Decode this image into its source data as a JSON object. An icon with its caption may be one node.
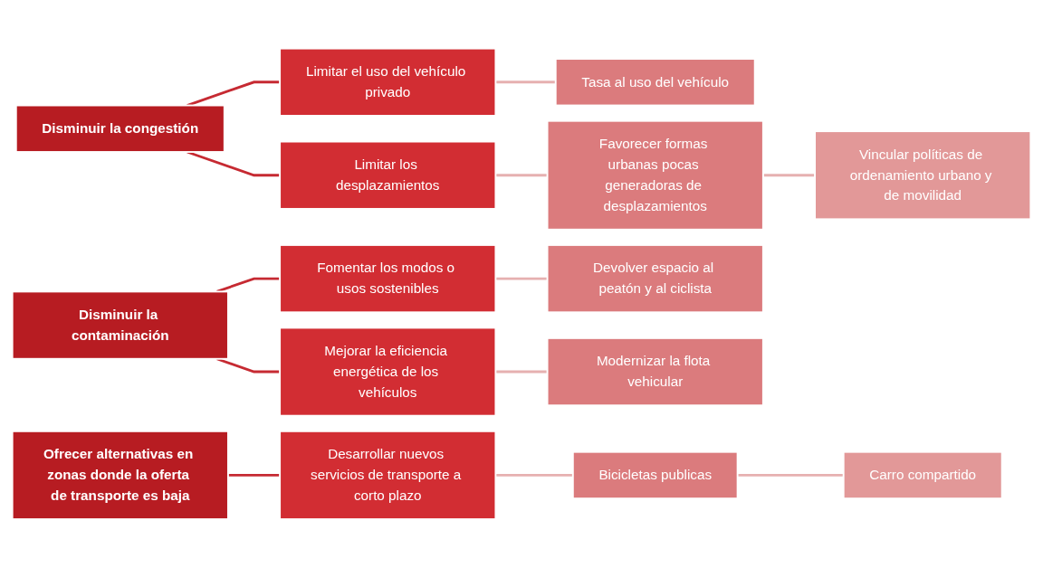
{
  "diagram": {
    "nodes": [
      {
        "text": [
          "Disminuir la congestión"
        ]
      },
      {
        "text": [
          "Limitar el uso del vehículo privado"
        ]
      },
      {
        "text": [
          "Tasa al uso del vehículo"
        ]
      },
      {
        "text": [
          "Limitar los desplazamientos"
        ]
      },
      {
        "text": [
          "Favorecer formas urbanas pocas generadoras de desplazamientos"
        ]
      },
      {
        "text": [
          "Vincular políticas de ordenamiento urbano y de movilidad"
        ]
      },
      {
        "text": [
          "Disminuir la contaminación"
        ]
      },
      {
        "text": [
          "Fomentar los modos o usos sostenibles"
        ]
      },
      {
        "text": [
          "Devolver espacio al peatón y al ciclista"
        ]
      },
      {
        "text": [
          "Mejorar la eficiencia energética de los vehículos"
        ]
      },
      {
        "text": [
          "Modernizar la flota vehicular"
        ]
      },
      {
        "text": [
          "Ofrecer alternativas en zonas donde la oferta de transporte es baja"
        ]
      },
      {
        "text": [
          "Desarrollar nuevos servicios de transporte a corto plazo"
        ]
      },
      {
        "text": [
          "Bicicletas publicas"
        ]
      },
      {
        "text": [
          "Carro compartido"
        ]
      }
    ],
    "edges": [
      {
        "from": 0,
        "to": 1,
        "arrow": "none",
        "color": "#c62a32"
      },
      {
        "from": 0,
        "to": 3,
        "arrow": "none",
        "color": "#c62a32"
      },
      {
        "from": 1,
        "to": 2,
        "arrow": "none"
      },
      {
        "from": 3,
        "to": 4,
        "arrow": "none"
      },
      {
        "from": 4,
        "to": 5,
        "arrow": "none"
      },
      {
        "from": 6,
        "to": 7,
        "arrow": "none",
        "color": "#c62a32"
      },
      {
        "from": 6,
        "to": 9,
        "arrow": "none",
        "color": "#c62a32"
      },
      {
        "from": 7,
        "to": 8,
        "arrow": "none"
      },
      {
        "from": 9,
        "to": 10,
        "arrow": "none"
      },
      {
        "from": 11,
        "to": 12,
        "arrow": "none",
        "color": "#c62a32"
      },
      {
        "from": 12,
        "to": 13,
        "arrow": "none"
      },
      {
        "from": 13,
        "to": 14,
        "arrow": "none"
      }
    ]
  }
}
